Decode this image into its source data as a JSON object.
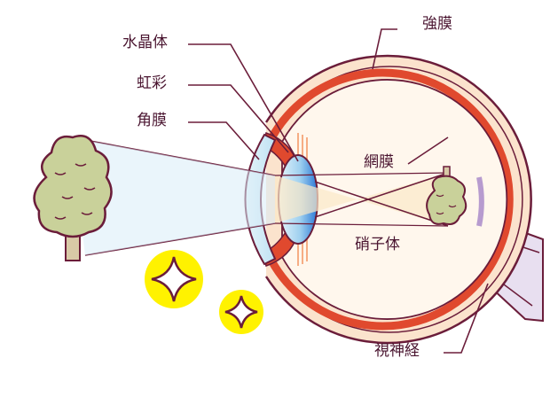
{
  "labels": {
    "lens": "水晶体",
    "iris": "虹彩",
    "cornea": "角膜",
    "sclera": "強膜",
    "retina": "網膜",
    "vitreous": "硝子体",
    "optic_nerve": "視神経"
  },
  "colors": {
    "outline": "#6b1d3a",
    "sclera_fill": "#fbe3cd",
    "choroid": "#e0492e",
    "vitreous_fill": "#fff7ed",
    "cornea_fill": "#cfeaf6",
    "lens_fill": "#3f8fd9",
    "tree_foliage": "#c9d19a",
    "sparkle": "#fff200",
    "nerve_fill": "#e8dff0"
  },
  "icons": [
    "tree-icon",
    "inverted-tree-icon",
    "sparkle-icon"
  ]
}
